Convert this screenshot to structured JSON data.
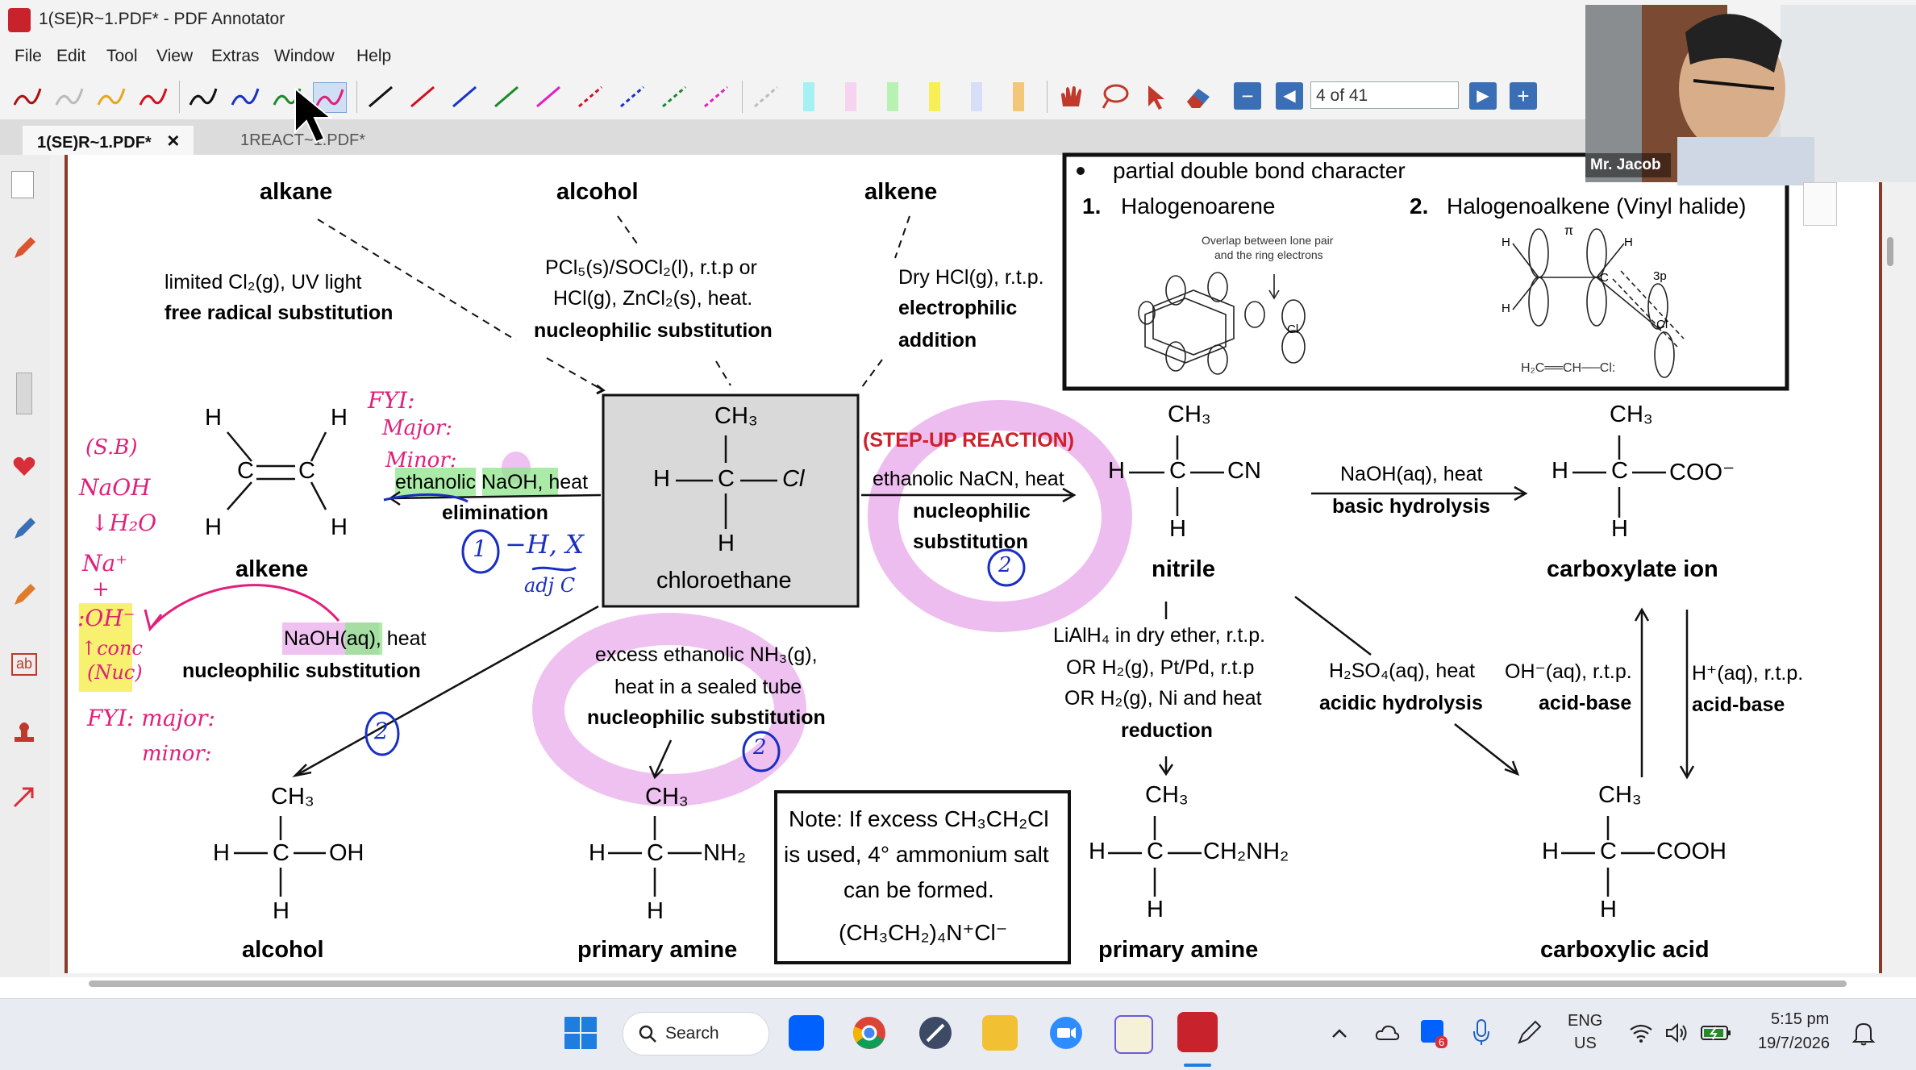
{
  "window": {
    "title": "1(SE)R~1.PDF* - PDF Annotator"
  },
  "menu": [
    "File",
    "Edit",
    "Tool",
    "View",
    "Extras",
    "Window",
    "Help"
  ],
  "toolbar": {
    "page_indicator": "4 of 41",
    "prev_symbol": "◀",
    "next_symbol": "▶",
    "zoom_out_symbol": "−",
    "zoom_in_symbol": "+"
  },
  "tabs": [
    {
      "label": "1(SE)R~1.PDF*",
      "close": "×"
    },
    {
      "label": "1REACT~1.PDF*"
    }
  ],
  "webcam": {
    "name": "Mr. Jacob"
  },
  "doc": {
    "top": {
      "alkane": "alkane",
      "alcohol": "alcohol",
      "alkene": "alkene",
      "cond1a": "limited Cl₂(g), UV light",
      "cond1b": "free radical substitution",
      "cond2a": "PCl₅(s)/SOCl₂(l), r.t.p or",
      "cond2b": "HCl(g), ZnCl₂(s), heat.",
      "cond2c": "nucleophilic substitution",
      "cond3a": "Dry HCl(g), r.t.p.",
      "cond3b": "electrophilic",
      "cond3c": "addition"
    },
    "center": {
      "ch3": "CH₃",
      "h": "H",
      "c": "C",
      "cl": "Cl",
      "h2": "H",
      "name": "chloroethane"
    },
    "left": {
      "h1": "H",
      "h2": "H",
      "h3": "H",
      "h4": "H",
      "c1": "C",
      "c2": "C",
      "name": "alkene",
      "cond_a": "ethanolic NaOH, heat",
      "cond_b": "elimination",
      "naoh": "NaOH(aq), heat",
      "naoh_b": "nucleophilic substitution"
    },
    "step_up": "(STEP-UP REACTION)",
    "nacn_a": "ethanolic NaCN, heat",
    "nacn_b": "nucleophilic",
    "nacn_c": "substitution",
    "nitrile": {
      "ch3": "CH₃",
      "h": "H",
      "c": "C",
      "cn": "CN",
      "h2": "H",
      "name": "nitrile"
    },
    "hydrolysis": {
      "a": "NaOH(aq), heat",
      "b": "basic hydrolysis"
    },
    "carboxylate": {
      "ch3": "CH₃",
      "h": "H",
      "c": "C",
      "coo": "COO⁻",
      "h2": "H",
      "name": "carboxylate ion"
    },
    "reduction": {
      "a": "LiAlH₄ in dry ether, r.t.p.",
      "b": "OR H₂(g), Pt/Pd, r.t.p",
      "c": "OR H₂(g), Ni and heat",
      "d": "reduction"
    },
    "acidic": {
      "a": "H₂SO₄(aq), heat",
      "b": "acidic hydrolysis"
    },
    "ab1": {
      "a": "OH⁻(aq), r.t.p.",
      "b": "acid-base"
    },
    "ab2": {
      "a": "H⁺(aq), r.t.p.",
      "b": "acid-base"
    },
    "nh3": {
      "a": "excess ethanolic NH₃(g),",
      "b": "heat in a sealed tube",
      "c": "nucleophilic substitution"
    },
    "alcohol": {
      "ch3": "CH₃",
      "h": "H",
      "c": "C",
      "oh": "OH",
      "h2": "H",
      "name": "alcohol"
    },
    "amine1": {
      "ch3": "CH₃",
      "h": "H",
      "c": "C",
      "nh2": "NH₂",
      "h2": "H",
      "name": "primary amine"
    },
    "note": {
      "a": "Note: If excess CH₃CH₂Cl",
      "b": "is used, 4° ammonium salt",
      "c": "can be formed.",
      "d": "(CH₃CH₂)₄N⁺Cl⁻"
    },
    "amine2": {
      "ch3": "CH₃",
      "h": "H",
      "c": "C",
      "r": "CH₂NH₂",
      "h2": "H",
      "name": "primary amine"
    },
    "acid": {
      "ch3": "CH₃",
      "h": "H",
      "c": "C",
      "cooh": "COOH",
      "h2": "H",
      "name": "carboxylic acid"
    },
    "inset": {
      "bullet": "partial double bond character",
      "n1": "1.",
      "t1": "Halogenoarene",
      "n2": "2.",
      "t2": "Halogenoalkene (Vinyl halide)",
      "small1": "Overlap between lone pair",
      "small2": "and the ring electrons",
      "formula": "H₂C══CH──Cl:",
      "pi": "π",
      "p3": "3p",
      "cl_a": "Cl",
      "cl_b": "Cl",
      "ha": "H",
      "hb": "H",
      "hc": "H",
      "ca": "C"
    },
    "handwriting": {
      "fyi": "FYI:",
      "major": "Major:",
      "minor": "Minor:",
      "sb": "(S.B)",
      "naoh": "NaOH",
      "h2o": "↓H₂O",
      "na": "Na⁺",
      "plus": "+",
      "oh": ":OH⁻",
      "conc": "↑conc",
      "nuc": "(Nuc)",
      "fyi2": "FYI: major:",
      "minor2": "minor:",
      "c1": "1",
      "hx": "−H, X",
      "adjc": "adj C",
      "c2a": "2",
      "c2b": "2",
      "c2c": "2"
    }
  },
  "taskbar": {
    "search": "Search",
    "lang1": "ENG",
    "lang2": "US",
    "time": "5:15 pm",
    "date": "19/7/2026",
    "badge": "6"
  },
  "colors": {
    "annot_pink": "#e8a7ea",
    "annot_green": "#8ee68a",
    "annot_yellow": "#f7ef56",
    "accent": "#3a6fb5",
    "brand_red": "#c8232c"
  }
}
